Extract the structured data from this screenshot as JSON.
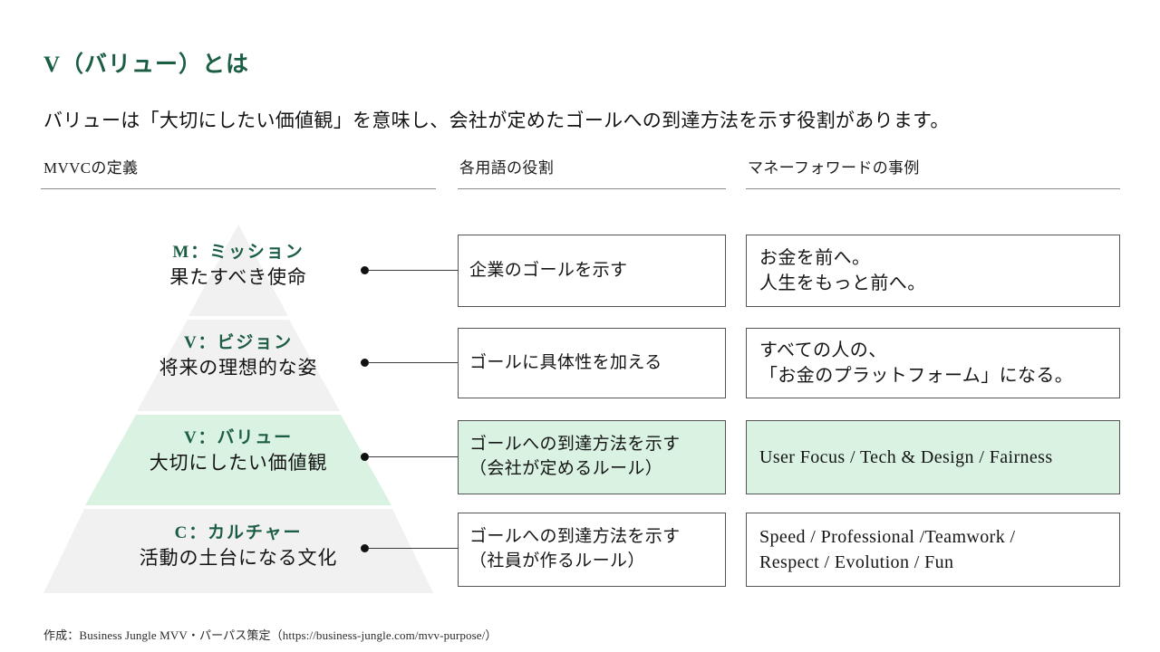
{
  "slide": {
    "title": "V（バリュー）とは",
    "lede": "バリューは「大切にしたい価値観」を意味し、会社が定めたゴールへの到達方法を示す役割があります。",
    "footnote": "作成：Business Jungle MVV・パーパス策定（https://business-jungle.com/mvv-purpose/）"
  },
  "columns": {
    "definition_header": "MVVCの定義",
    "role_header": "各用語の役割",
    "example_header": "マネーフォワードの事例"
  },
  "colors": {
    "accent_green": "#1b5e43",
    "highlight_fill": "#d9f2e2",
    "pyramid_fill": "#f1f1f1",
    "pyramid_fill_highlight": "#d9f2e2",
    "box_border": "#555555",
    "rule": "#8b8b8b"
  },
  "rows": [
    {
      "key": "M：ミッション",
      "desc": "果たすべき使命",
      "role": "企業のゴールを示す",
      "example": "お金を前へ。\n人生をもっと前へ。",
      "highlighted": false
    },
    {
      "key": "V：ビジョン",
      "desc": "将来の理想的な姿",
      "role": "ゴールに具体性を加える",
      "example": "すべての人の、\n「お金のプラットフォーム」になる。",
      "highlighted": false
    },
    {
      "key": "V：バリュー",
      "desc": "大切にしたい価値観",
      "role": "ゴールへの到達方法を示す\n（会社が定めるルール）",
      "example": "User Focus / Tech & Design / Fairness",
      "highlighted": true
    },
    {
      "key": "C：カルチャー",
      "desc": "活動の土台になる文化",
      "role": "ゴールへの到達方法を示す\n（社員が作るルール）",
      "example": "Speed / Professional /Teamwork /\nRespect / Evolution / Fun",
      "highlighted": false
    }
  ]
}
